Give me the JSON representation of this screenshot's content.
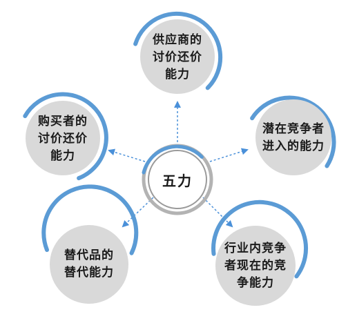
{
  "diagram": {
    "center": {
      "label": "五力"
    },
    "nodes": [
      {
        "id": "supplier",
        "label": "供应商的\n讨价还价\n能力"
      },
      {
        "id": "buyer",
        "label": "购买者的\n讨价还价\n能力"
      },
      {
        "id": "new-entrant",
        "label": "潜在竞争者\n进入的能力"
      },
      {
        "id": "substitute",
        "label": "替代品的\n替代能力"
      },
      {
        "id": "rivalry",
        "label": "行业内竞争\n者现在的竞\n争能力"
      }
    ]
  },
  "colors": {
    "ring_blue": "#5b9bd5",
    "arrow_blue": "#4a90d9",
    "circle_gray": "#d9d9d9",
    "center_ring_gray": "#b3b3b3"
  }
}
